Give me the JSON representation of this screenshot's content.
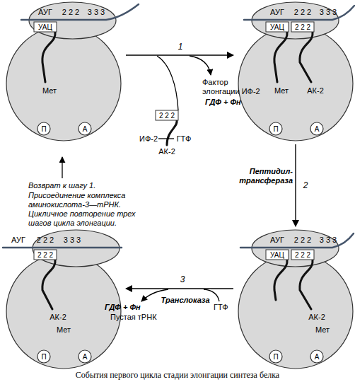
{
  "diagram": {
    "caption": "События первого цикла стадии элонгации синтеза белка",
    "nodes": [
      {
        "text": [
          "АУГ",
          "2 2 2",
          "3 3 3"
        ]
      },
      {
        "text": [
          "УАЦ",
          "Мет"
        ]
      },
      {
        "text": [
          "П"
        ],
        "in": 1
      },
      {
        "text": [
          "А"
        ],
        "in": 1
      },
      {
        "text": [
          "АУГ",
          "2 2 2",
          "3 3 3"
        ]
      },
      {
        "text": [
          "УАЦ",
          "2 2 2",
          "Мет",
          "АК-2"
        ]
      },
      {
        "text": [
          "П"
        ],
        "in": 5
      },
      {
        "text": [
          "А"
        ],
        "in": 5
      },
      {
        "text": [
          "АУГ",
          "2 2 2",
          "3 3 3"
        ]
      },
      {
        "text": [
          "2 2 2",
          "АК-2",
          "Мет"
        ]
      },
      {
        "text": [
          "П"
        ],
        "in": 9
      },
      {
        "text": [
          "А"
        ],
        "in": 9
      },
      {
        "text": [
          "АУГ",
          "2 2 2",
          "3 3 3"
        ]
      },
      {
        "text": [
          "УАЦ",
          "2 2 2",
          "АК-2",
          "Мет"
        ]
      },
      {
        "text": [
          "П"
        ],
        "in": 13
      },
      {
        "text": [
          "А"
        ],
        "in": 13
      }
    ],
    "edges": [
      {
        "from": 1,
        "to": 5,
        "label": "1",
        "arrow": "to"
      },
      {
        "from": 5,
        "to": 12,
        "label": "2",
        "arrow": "to"
      },
      {
        "from": 13,
        "to": 9,
        "label": "3",
        "arrow": "to"
      }
    ],
    "labels": [
      "2 2 2",
      "ИФ-2",
      "ГТФ",
      "АК-2",
      "Фактор элонгации ИФ-2",
      "ГДФ + Фн",
      "Возврат к шагу 1.",
      "Присоединение комплекса аминокислота-3—тРНК.",
      "Цикличное повторение трех шагов цикла элонгации.",
      "Пептидил- трансфераза",
      "Транслоказа",
      "ГДФ + Фн",
      "Пустая тРНК",
      "ГТФ"
    ]
  }
}
